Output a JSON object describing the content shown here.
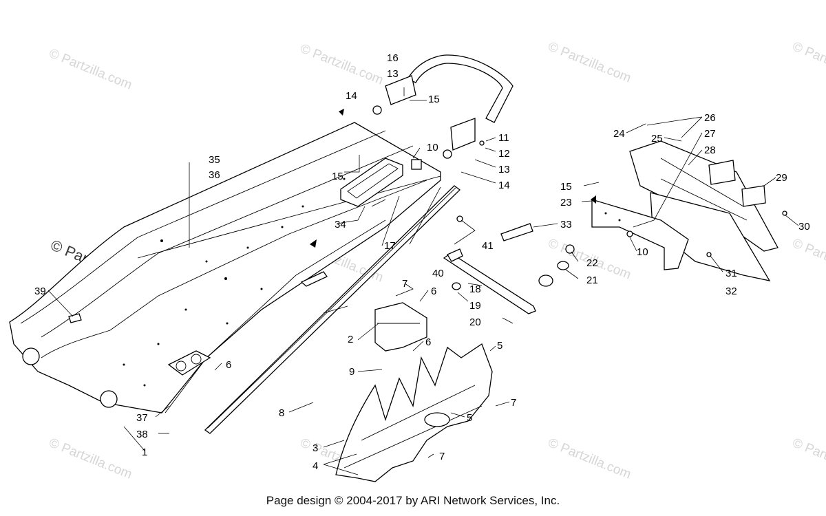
{
  "watermarks": {
    "small": "© Partzilla.com",
    "large": "© Partzilla.com"
  },
  "callouts": {
    "c1": "1",
    "c2": "2",
    "c3": "3",
    "c4": "4",
    "c5a": "5",
    "c5b": "5",
    "c6a": "6",
    "c6b": "6",
    "c6c": "6",
    "c7a": "7",
    "c7b": "7",
    "c7c": "7",
    "c8": "8",
    "c9": "9",
    "c10a": "10",
    "c10b": "10",
    "c11": "11",
    "c12": "12",
    "c13a": "13",
    "c13b": "13",
    "c14a": "14",
    "c14b": "14",
    "c15a": "15",
    "c15b": "15",
    "c15c": "15",
    "c16": "16",
    "c17": "17",
    "c18": "18",
    "c19": "19",
    "c20": "20",
    "c21": "21",
    "c22": "22",
    "c23": "23",
    "c24": "24",
    "c25": "25",
    "c26": "26",
    "c27": "27",
    "c28": "28",
    "c29": "29",
    "c30": "30",
    "c31": "31",
    "c32": "32",
    "c33": "33",
    "c34": "34",
    "c35": "35",
    "c36": "36",
    "c37": "37",
    "c38": "38",
    "c39": "39",
    "c40": "40",
    "c41": "41"
  },
  "footer": {
    "text": "Page design © 2004-2017 by ARI Network Services, Inc."
  }
}
